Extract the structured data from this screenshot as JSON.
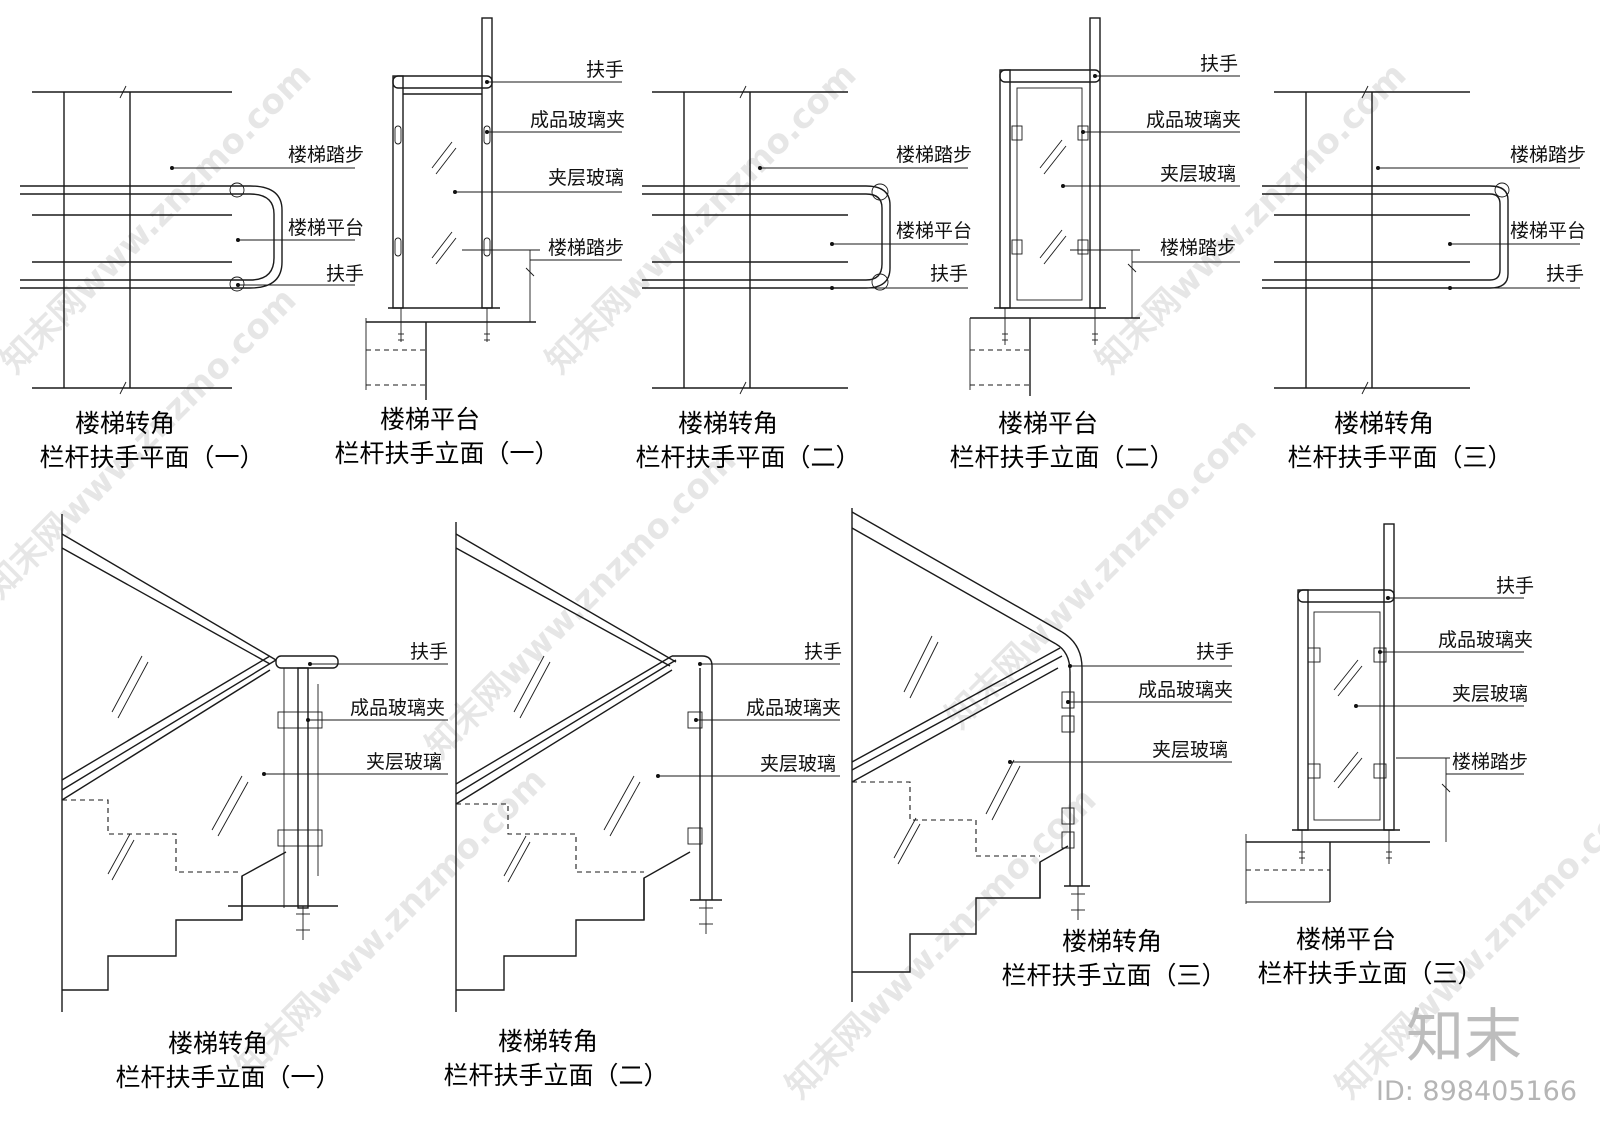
{
  "labels": {
    "handrail": "扶手",
    "step": "楼梯踏步",
    "landing": "楼梯平台",
    "clip": "成品玻璃夹",
    "glass": "夹层玻璃"
  },
  "captions": {
    "p1_l1": "楼梯转角",
    "p1_l2": "栏杆扶手平面（一）",
    "e1_l1": "楼梯平台",
    "e1_l2": "栏杆扶手立面（一）",
    "p2_l1": "楼梯转角",
    "p2_l2": "栏杆扶手平面（二）",
    "e2_l1": "楼梯平台",
    "e2_l2": "栏杆扶手立面（二）",
    "p3_l1": "楼梯转角",
    "p3_l2": "栏杆扶手平面（三）",
    "s1_l1": "楼梯转角",
    "s1_l2": "栏杆扶手立面（一）",
    "s2_l1": "楼梯转角",
    "s2_l2": "栏杆扶手立面（二）",
    "s3_l1": "楼梯转角",
    "s3_l2": "栏杆扶手立面（三）",
    "e3_l1": "楼梯平台",
    "e3_l2": "栏杆扶手立面（三）"
  },
  "watermark": {
    "text": "知末网www.znzmo.com",
    "logo": "知末",
    "id": "ID: 898405166"
  }
}
